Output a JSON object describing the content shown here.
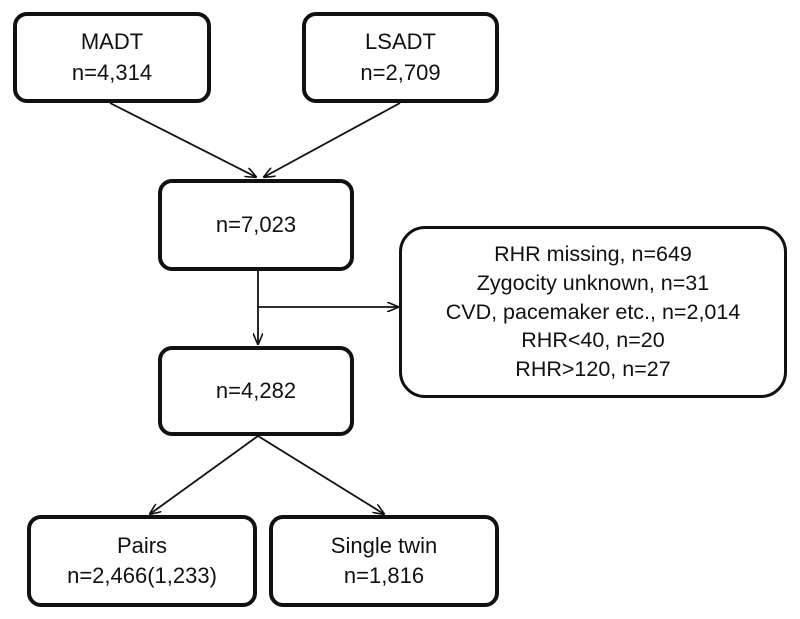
{
  "boxes": {
    "madt": {
      "title": "MADT",
      "count": "n=4,314"
    },
    "lsadt": {
      "title": "LSADT",
      "count": "n=2,709"
    },
    "combined": {
      "count": "n=7,023"
    },
    "exclusions": {
      "items": [
        "RHR missing, n=649",
        "Zygocity unknown, n=31",
        "CVD, pacemaker etc., n=2,014",
        "RHR<40, n=20",
        "RHR>120, n=27"
      ]
    },
    "analytic": {
      "count": "n=4,282"
    },
    "pairs": {
      "title": "Pairs",
      "count": "n=2,466(1,233)"
    },
    "single": {
      "title": "Single twin",
      "count": "n=1,816"
    }
  },
  "colors": {
    "stroke": "#111111",
    "background": "#ffffff",
    "text": "#111111"
  }
}
